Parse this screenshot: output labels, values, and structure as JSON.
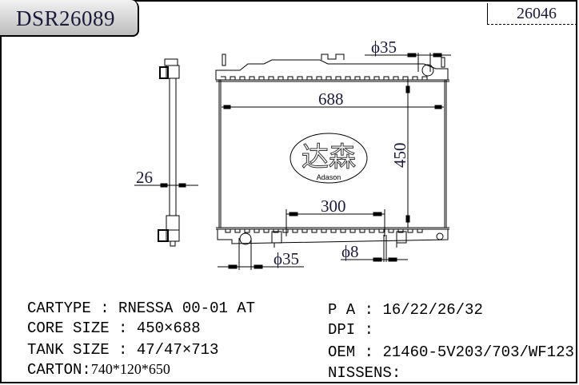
{
  "header": {
    "part_number": "DSR26089",
    "reference_number": "26046"
  },
  "drawing": {
    "dimensions": {
      "inlet_diameter": "ϕ35",
      "core_width": "688",
      "core_height": "450",
      "thickness": "26",
      "mount_spacing": "300",
      "outlet_diameter": "ϕ35",
      "pin_diameter": "ϕ8"
    },
    "logo": {
      "chinese": "达森",
      "english": "Adason"
    }
  },
  "specs_left": [
    {
      "label": "CARTYPE",
      "sep": " : ",
      "value": "RNESSA 00-01 AT"
    },
    {
      "label": "CORE SIZE",
      "sep": " : ",
      "value": "450×688"
    },
    {
      "label": "TANK SIZE",
      "sep": " : ",
      "value": "47/47×713"
    },
    {
      "label": "CARTON",
      "sep": ":",
      "value": "740*120*650"
    }
  ],
  "specs_right": [
    {
      "label": "P A",
      "sep": " : ",
      "value": "16/22/26/32"
    },
    {
      "label": "DPI",
      "sep": " : ",
      "value": ""
    },
    {
      "label": "OEM",
      "sep": " : ",
      "value": "21460-5V203/703/WF123"
    },
    {
      "label": "NISSENS",
      "sep": ":",
      "value": ""
    }
  ],
  "colors": {
    "line": "#000000",
    "dimension_text": "#1a1a3a",
    "title_gradient_top": "#f2f2f2",
    "title_gradient_bottom": "#bdbdbd"
  }
}
